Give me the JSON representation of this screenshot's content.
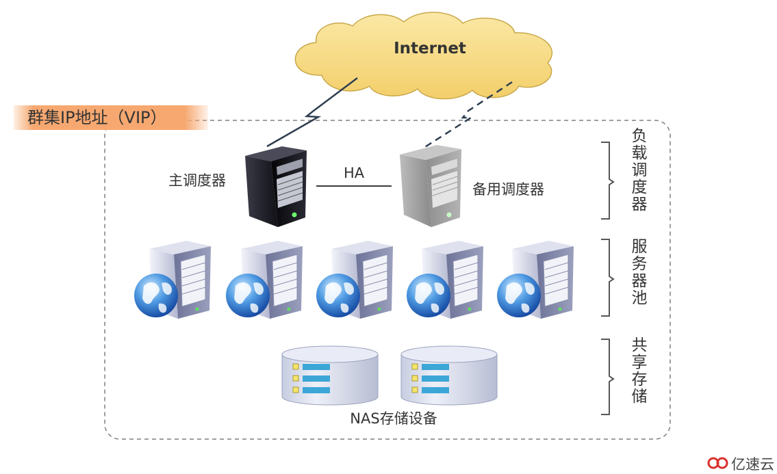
{
  "cloud": {
    "label": "Internet"
  },
  "vip": {
    "label": "群集IP地址（VIP）"
  },
  "dispatchers": {
    "primary": "主调度器",
    "backup": "备用调度器",
    "link": "HA"
  },
  "storage": {
    "label": "NAS存储设备"
  },
  "sections": {
    "load_balancer": "负载调度器",
    "server_pool": "服务器池",
    "shared_storage": "共享存储"
  },
  "watermark": {
    "text": "亿速云"
  },
  "colors": {
    "cloud": "#f8e08c",
    "vip": "#f6a870",
    "db_band": "#3ca6d6"
  }
}
